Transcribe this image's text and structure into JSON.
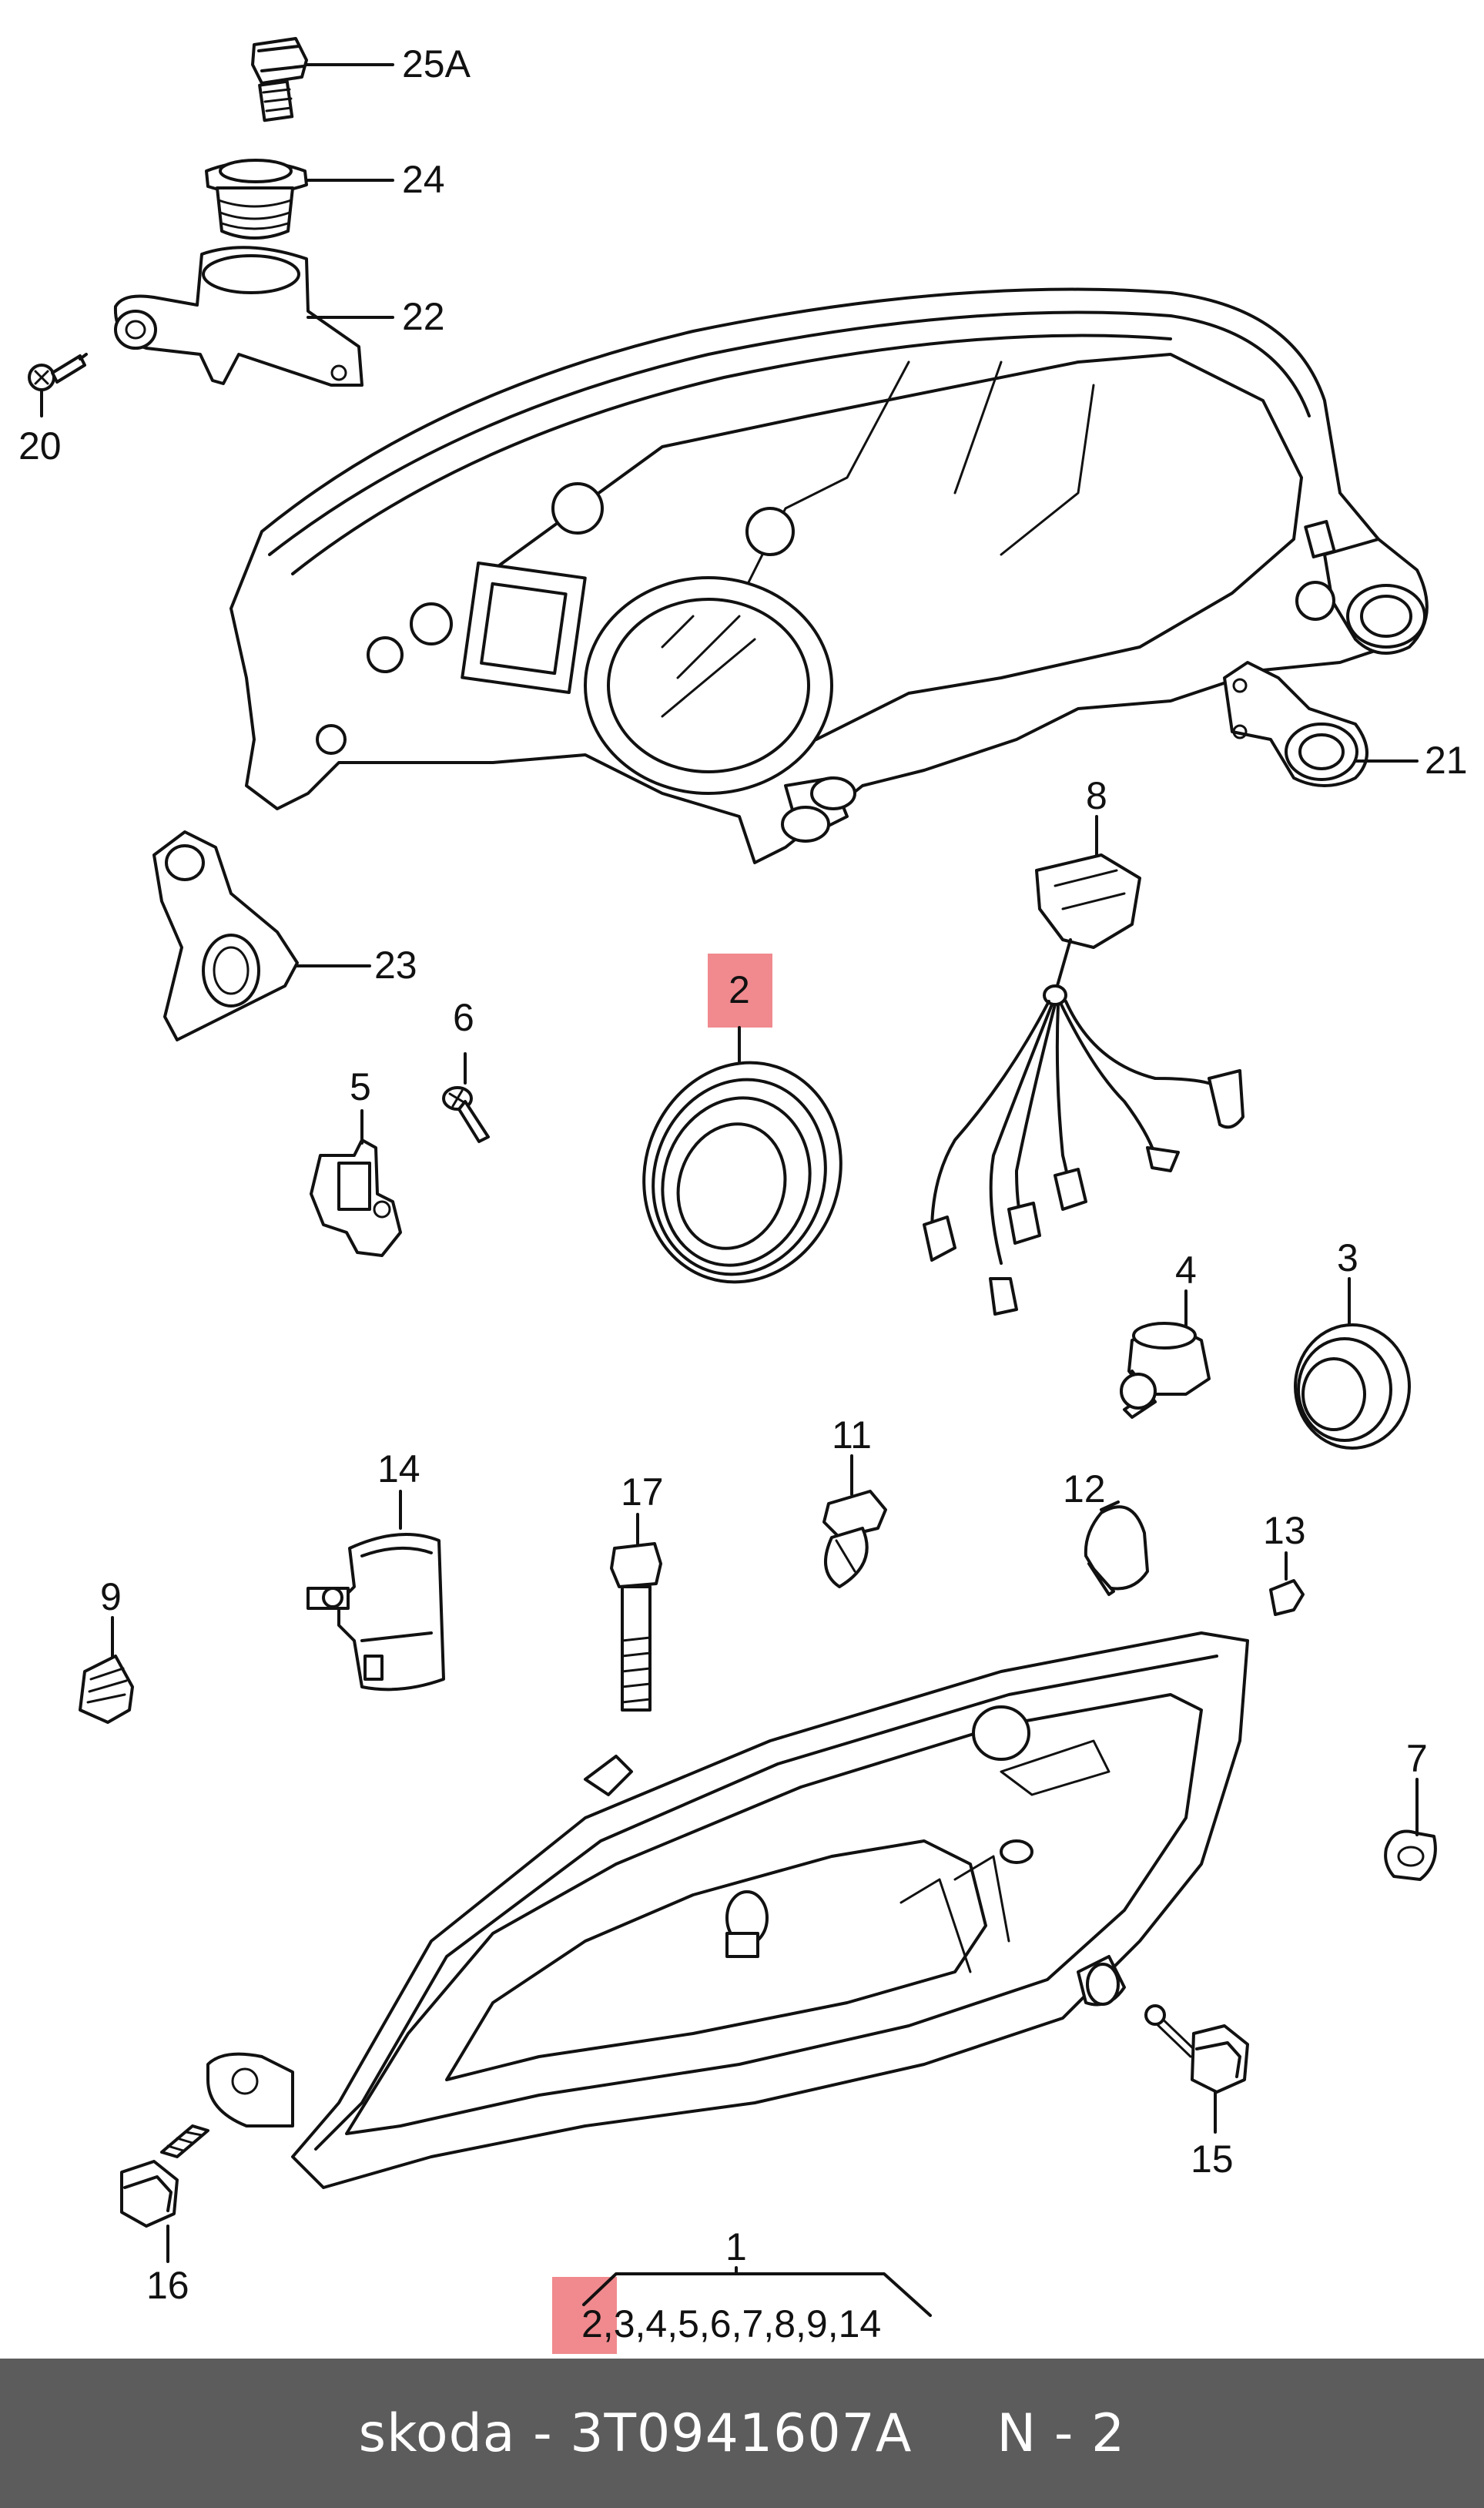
{
  "callouts": {
    "c1": "1",
    "c2": "2",
    "c3": "3",
    "c4": "4",
    "c5": "5",
    "c6": "6",
    "c7": "7",
    "c8": "8",
    "c9": "9",
    "c11": "11",
    "c12": "12",
    "c13": "13",
    "c14": "14",
    "c15": "15",
    "c16": "16",
    "c17": "17",
    "c20": "20",
    "c21": "21",
    "c22": "22",
    "c23": "23",
    "c24": "24",
    "c25a": "25A"
  },
  "kit_list": {
    "highlighted": "2,",
    "rest": "3,4,5,6,7,8,9,14"
  },
  "highlight_color": "#f08a8e",
  "footer": {
    "brand_part": "skoda - 3T0941607A",
    "position": "N - 2"
  }
}
